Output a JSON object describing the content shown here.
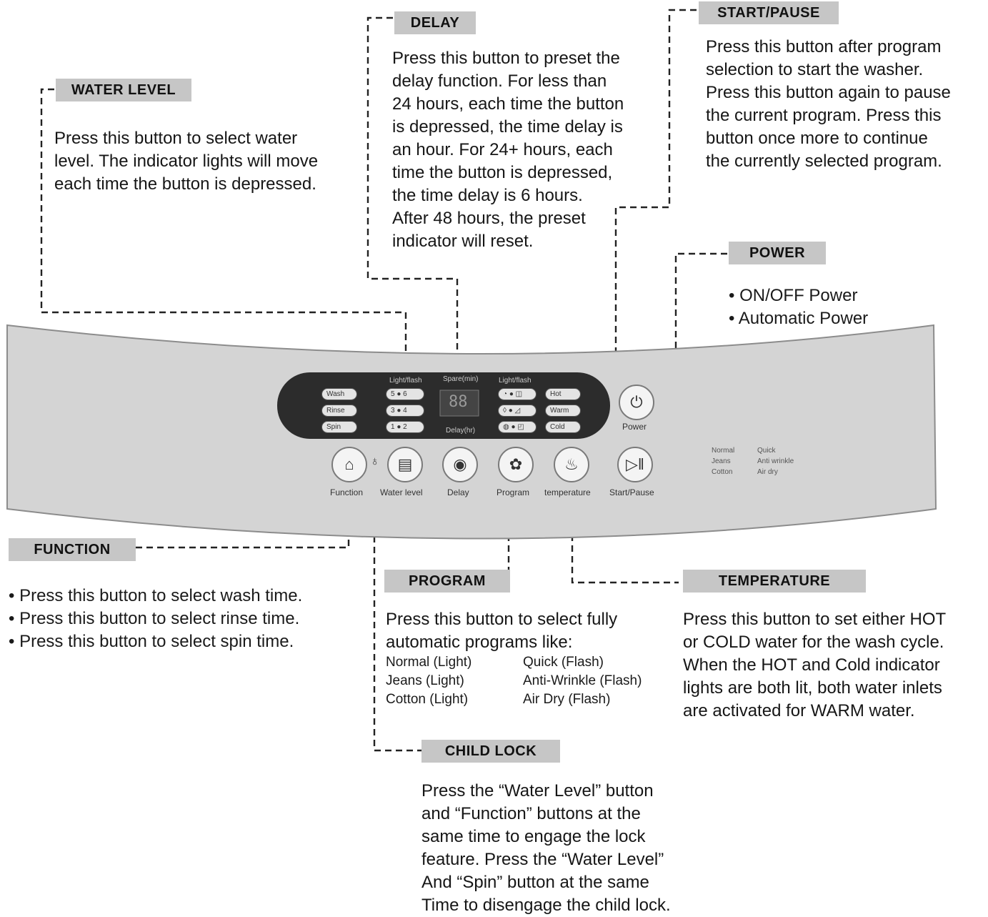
{
  "callouts": {
    "water_level": {
      "title": "WATER LEVEL",
      "text": "Press this button to select water\nlevel. The indicator lights will move\neach time the button is depressed."
    },
    "delay": {
      "title": "DELAY",
      "text": "Press this button to preset the\ndelay function. For less than\n24 hours, each time the button\nis depressed, the time delay is\nan hour. For 24+ hours, each\ntime the button is depressed,\nthe time delay is 6 hours.\nAfter 48 hours, the preset\nindicator will reset."
    },
    "start_pause": {
      "title": "START/PAUSE",
      "text": "Press this button after program\nselection to start the washer.\nPress this button again to pause\nthe current program. Press this\nbutton once more to continue\nthe currently selected program."
    },
    "power": {
      "title": "POWER",
      "bullets": [
        "ON/OFF Power",
        "Automatic Power"
      ]
    },
    "function": {
      "title": "FUNCTION",
      "bullets": [
        "Press this button to select wash time.",
        "Press this button to select rinse time.",
        "Press this button to select spin time."
      ]
    },
    "program": {
      "title": "PROGRAM",
      "text": "Press this button to select fully\nautomatic programs like:",
      "programs": [
        "Normal (Light)",
        "Quick (Flash)",
        "Jeans (Light)",
        "Anti-Wrinkle (Flash)",
        "Cotton (Light)",
        "Air Dry (Flash)"
      ]
    },
    "temperature": {
      "title": "TEMPERATURE",
      "text": "Press this button to set either HOT\nor COLD water for the wash cycle.\nWhen the HOT and Cold indicator\nlights are both lit, both water inlets\nare activated for WARM water."
    },
    "child_lock": {
      "title": "CHILD LOCK",
      "text": "Press the “Water Level” button\nand “Function” buttons at the\nsame time to engage the lock\nfeature. Press the “Water Level”\nAnd “Spin” button at the same\nTime to disengage the child lock."
    }
  },
  "panel": {
    "buttons": {
      "function": "Function",
      "water_level": "Water level",
      "delay": "Delay",
      "program": "Program",
      "temperature": "temperature",
      "start_pause": "Start/Pause",
      "power": "Power"
    },
    "function_pills": [
      "Wash",
      "Rinse",
      "Spin"
    ],
    "level_pills": [
      "5  ●  6",
      "3  ●  4",
      "1  ●  2"
    ],
    "temp_pills": [
      "Hot",
      "Warm",
      "Cold"
    ],
    "light_flash_1": "Light/flash",
    "light_flash_2": "Light/flash",
    "spare_label": "Spare(min)",
    "display_value": "88",
    "delay_indicator": "Delay(hr)",
    "legend": [
      "Normal",
      "Quick",
      "Jeans",
      "Anti wrinkle",
      "Cotton",
      "Air dry"
    ]
  },
  "colors": {
    "header_bg": "#c6c6c6",
    "panel_bg": "#d4d4d4",
    "display_bg": "#2c2c2c"
  }
}
